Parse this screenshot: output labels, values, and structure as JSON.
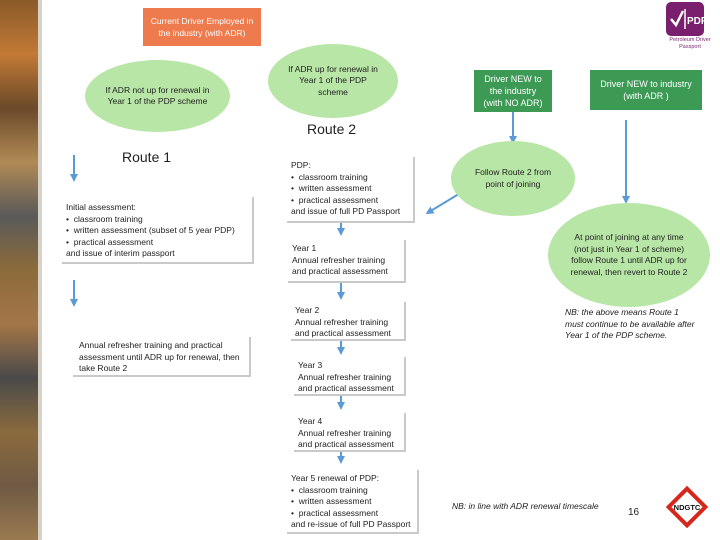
{
  "header": {
    "current_driver": "Current Driver Employed in the industry (with ADR)"
  },
  "ovals": {
    "not_up": "If ADR not up for renewal in Year 1 of the PDP scheme",
    "up": "If ADR up for renewal in Year 1 of the PDP scheme",
    "follow_route2": "Follow Route 2 from point of joining",
    "point_of_joining": "At point of joining at any time (not just in Year 1 of scheme) follow Route 1 until ADR up for renewal, then revert to Route 2"
  },
  "green": {
    "new_no_adr": "Driver NEW to the industry (with NO ADR)",
    "new_adr": "Driver NEW to industry (with ADR )"
  },
  "routes": {
    "route1": "Route 1",
    "route2": "Route 2"
  },
  "route1": {
    "initial_heading": "Initial assessment:",
    "initial_items": [
      "classroom training",
      "written assessment (subset of 5 year PDP)",
      "practical assessment"
    ],
    "initial_footer": "and issue of interim passport",
    "refresher": "Annual refresher training and practical assessment until ADR up for renewal, then take Route 2"
  },
  "route2": {
    "pdp_heading": "PDP:",
    "pdp_items": [
      "classroom training",
      "written assessment",
      "practical assessment"
    ],
    "pdp_footer": "and issue of full PD Passport",
    "year1_title": "Year 1",
    "year1_text": "Annual refresher training and practical assessment",
    "year2_title": "Year 2",
    "year2_text": "Annual refresher training and practical assessment",
    "year3_title": "Year 3",
    "year3_text": "Annual refresher training and practical assessment",
    "year4_title": "Year 4",
    "year4_text": "Annual refresher training and practical assessment",
    "year5_heading": "Year 5 renewal of PDP:",
    "year5_items": [
      "classroom training",
      "written assessment",
      "practical assessment"
    ],
    "year5_footer": "and re-issue of full PD Passport"
  },
  "notes": {
    "nb_route1": "NB: the above means Route 1 must continue to be available after Year 1 of the PDP scheme.",
    "nb_adr": "NB: in line with ADR renewal timescale"
  },
  "logo": {
    "pdp_mark": "PDP",
    "pdp_caption": "Petroleum Driver Passport",
    "ndgtc": "NDGTC"
  },
  "page_number": "16",
  "colors": {
    "orange": "#ee7b4e",
    "green": "#3c9a55",
    "oval": "#b8e6a6",
    "arrow": "#5b9bd5",
    "brand": "#7a1f6e",
    "ndgtc_red": "#d7261c"
  }
}
